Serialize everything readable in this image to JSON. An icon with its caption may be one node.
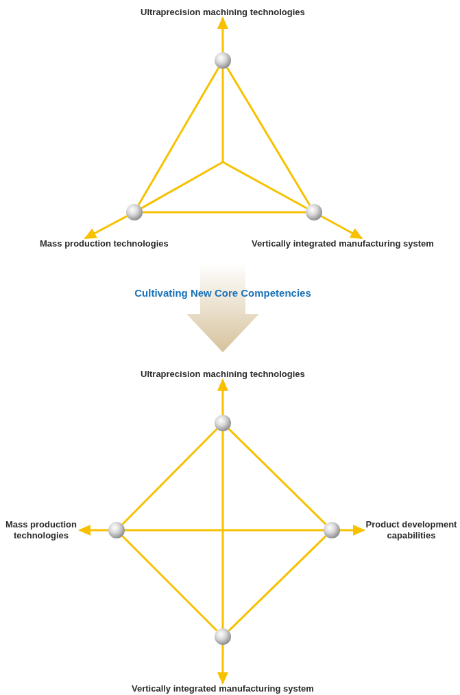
{
  "diagram": {
    "nodes": [
      {
        "text": [
          "Ultraprecision machining technologies"
        ]
      },
      {
        "text": [],
        "shape": "circle"
      },
      {
        "text": [],
        "shape": "circle"
      },
      {
        "text": [],
        "shape": "circle"
      },
      {
        "text": [
          "Mass production technologies"
        ]
      },
      {
        "text": [
          "Vertically integrated manufacturing system"
        ]
      },
      {
        "text": [
          "Cultivating New Core Competencies"
        ]
      },
      {
        "text": [
          "Ultraprecision machining technologies"
        ]
      },
      {
        "text": [],
        "shape": "circle"
      },
      {
        "text": [
          "Mass production technologies"
        ]
      },
      {
        "text": [],
        "shape": "circle"
      },
      {
        "text": [],
        "shape": "circle"
      },
      {
        "text": [
          "Product development capabilities"
        ]
      },
      {
        "text": [],
        "shape": "circle"
      },
      {
        "text": [
          "Vertically integrated manufacturing system"
        ]
      }
    ],
    "edges": [
      {
        "from": 1,
        "to": 0,
        "arrow": "to"
      },
      {
        "from": 2,
        "to": 4,
        "arrow": "to"
      },
      {
        "from": 3,
        "to": 5,
        "arrow": "to"
      },
      {
        "from": 1,
        "to": 2,
        "arrow": "none"
      },
      {
        "from": 1,
        "to": 3,
        "arrow": "none"
      },
      {
        "from": 2,
        "to": 3,
        "arrow": "none"
      },
      {
        "from": 8,
        "to": 7,
        "arrow": "to"
      },
      {
        "from": 10,
        "to": 9,
        "arrow": "to"
      },
      {
        "from": 11,
        "to": 12,
        "arrow": "to"
      },
      {
        "from": 13,
        "to": 14,
        "arrow": "to"
      },
      {
        "from": 8,
        "to": 10,
        "arrow": "none"
      },
      {
        "from": 8,
        "to": 11,
        "arrow": "none"
      },
      {
        "from": 10,
        "to": 13,
        "arrow": "none"
      },
      {
        "from": 11,
        "to": 13,
        "arrow": "none"
      },
      {
        "from": 8,
        "to": 13,
        "arrow": "none"
      },
      {
        "from": 10,
        "to": 11,
        "arrow": "none"
      }
    ]
  }
}
